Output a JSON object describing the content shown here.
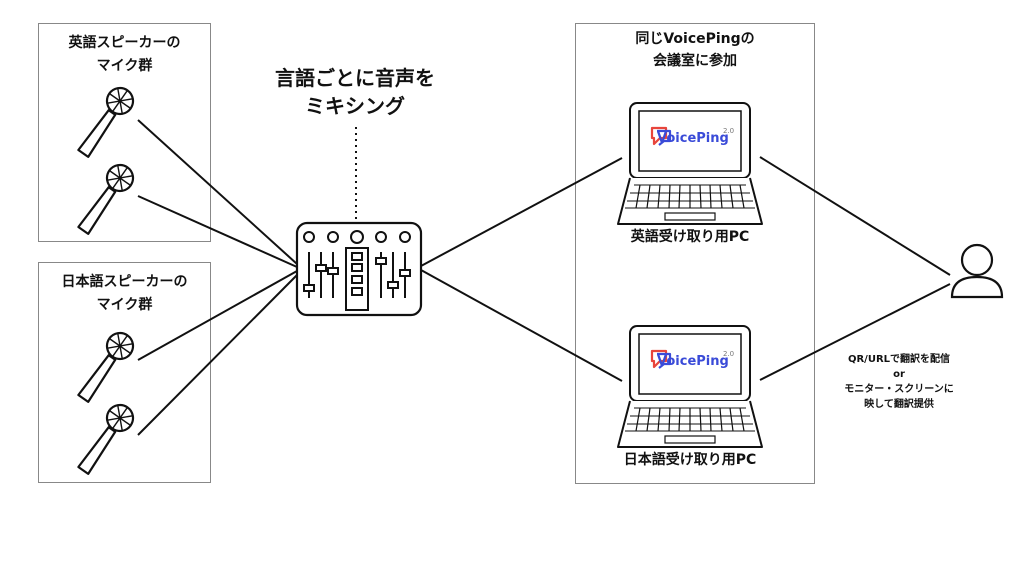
{
  "english_speakers": {
    "line1": "英語スピーカーの",
    "line2": "マイク群"
  },
  "japanese_speakers": {
    "line1": "日本語スピーカーの",
    "line2": "マイク群"
  },
  "mixing": {
    "line1": "言語ごとに音声を",
    "line2": "ミキシング"
  },
  "meeting": {
    "line1": "同じVoicePingの",
    "line2": "会議室に参加"
  },
  "pc_english_label": "英語受け取り用PC",
  "pc_japanese_label": "日本語受け取り用PC",
  "app_logo": {
    "name": "VoicePing",
    "version": "2.0"
  },
  "delivery_note": {
    "line1": "QR/URLで翻訳を配信",
    "line2": "or",
    "line3": "モニター・スクリーンに",
    "line4": "映して翻訳提供"
  },
  "colors": {
    "line": "#111111",
    "border": "#888888",
    "logo_red": "#e8453c",
    "logo_blue": "#3a4bd8",
    "logo_purple": "#8e5bd8"
  }
}
